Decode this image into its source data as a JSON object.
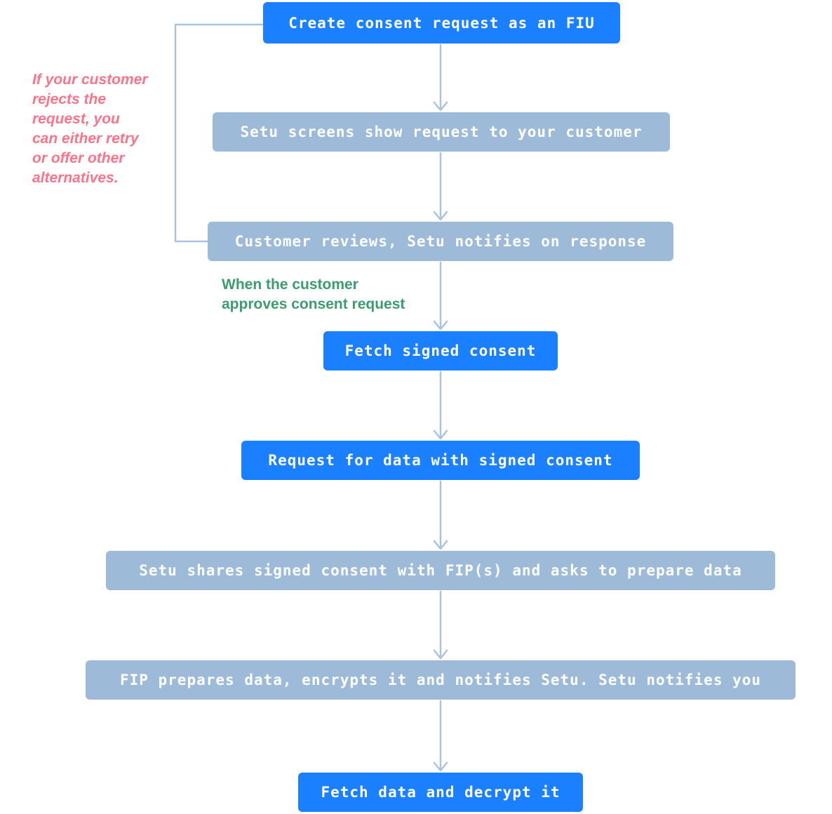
{
  "diagram": {
    "nodes": [
      {
        "id": "create-consent-request",
        "label": "Create consent request as an FIU",
        "variant": "primary"
      },
      {
        "id": "setu-screens-show-request",
        "label": "Setu screens show request to your customer",
        "variant": "secondary"
      },
      {
        "id": "customer-reviews",
        "label": "Customer reviews, Setu notifies on response",
        "variant": "secondary"
      },
      {
        "id": "fetch-signed-consent",
        "label": "Fetch signed consent",
        "variant": "primary"
      },
      {
        "id": "request-for-data",
        "label": "Request for data with signed consent",
        "variant": "primary"
      },
      {
        "id": "setu-shares-signed-consent",
        "label": "Setu shares signed consent with FIP(s) and asks to prepare data",
        "variant": "secondary"
      },
      {
        "id": "fip-prepares-data",
        "label": "FIP prepares data, encrypts it and notifies Setu. Setu notifies you",
        "variant": "secondary"
      },
      {
        "id": "fetch-data-decrypt",
        "label": "Fetch data and decrypt it",
        "variant": "primary"
      }
    ],
    "annotations": {
      "reject_note": "If your customer\nrejects the\nrequest, you\ncan either retry\nor offer other\nalternatives.",
      "approve_note": "When the customer\napproves consent request"
    },
    "colors": {
      "primary_box": "#1a80ff",
      "secondary_box": "#9dbbd9",
      "connector": "#abc3de",
      "box_text": "#ffffff",
      "approve_note_text": "#3b9d6f",
      "reject_note_text": "#fd7389",
      "background": "#ffffff"
    }
  }
}
